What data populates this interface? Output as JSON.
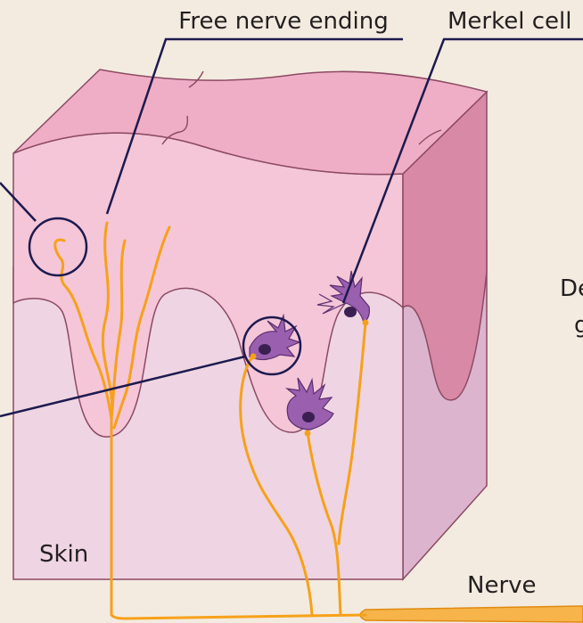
{
  "labels": {
    "free_nerve_ending": "Free nerve ending",
    "merkel_cell": "Merkel cell",
    "skin": "Skin",
    "nerve": "Nerve",
    "cut_right_1": "De",
    "cut_right_2": "g"
  },
  "colors": {
    "background": "#f3ebe0",
    "epidermis_top": "#efadc6",
    "epidermis_front": "#f4c6d8",
    "epidermis_side": "#d889a6",
    "dermis_front": "#efd5e3",
    "dermis_side": "#dcb4ce",
    "outline": "#8c4a63",
    "nerve_fiber": "#f7a11a",
    "merkel_cell": "#9a5fae",
    "merkel_nucleus": "#3c1f52",
    "leader_line": "#1d1a4f"
  }
}
